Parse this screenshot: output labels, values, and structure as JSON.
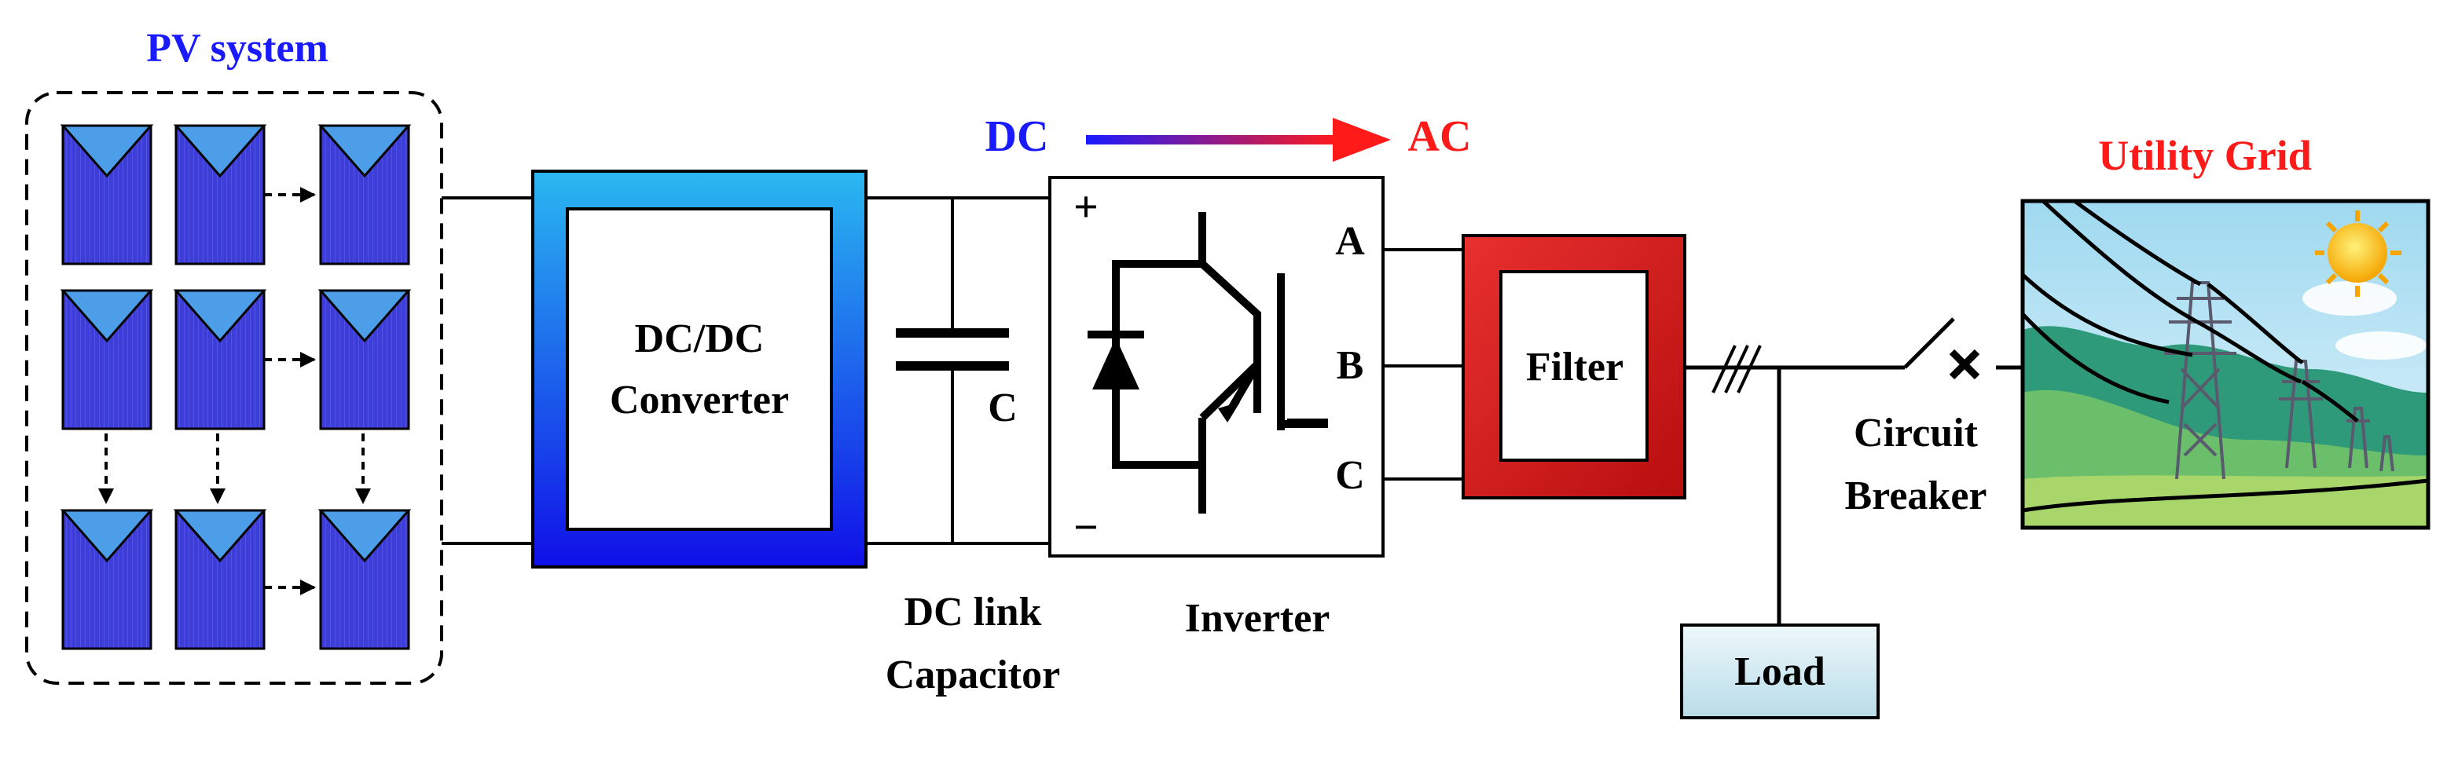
{
  "labels": {
    "pv_system": "PV system",
    "dc": "DC",
    "ac": "AC",
    "dcdc_line1": "DC/DC",
    "dcdc_line2": "Converter",
    "capacitor_symbol": "C",
    "dc_link_line1": "DC link",
    "dc_link_line2": "Capacitor",
    "inverter_plus": "+",
    "inverter_minus": "−",
    "inverter": "Inverter",
    "phase_a": "A",
    "phase_b": "B",
    "phase_c": "C",
    "filter": "Filter",
    "load": "Load",
    "breaker_line1": "Circuit",
    "breaker_line2": "Breaker",
    "utility_grid": "Utility Grid"
  },
  "colors": {
    "pv_title": "#1a1aff",
    "dc_text": "#1a1aff",
    "ac_text": "#ff1a1a",
    "grid_title": "#ff1a1a",
    "panel_blue": "#3d3dd9",
    "panel_cell": "#4d9ee8",
    "converter_top": "#2ab8f0",
    "converter_bottom": "#1010e8",
    "filter_red": "#d41a1a",
    "load_box": "#d6ecf2"
  },
  "icons": [
    "pv-panel-icon",
    "capacitor-icon",
    "igbt-diode-icon",
    "three-phase-slash-icon",
    "circuit-breaker-switch-icon",
    "transmission-tower-icon",
    "sun-icon"
  ]
}
